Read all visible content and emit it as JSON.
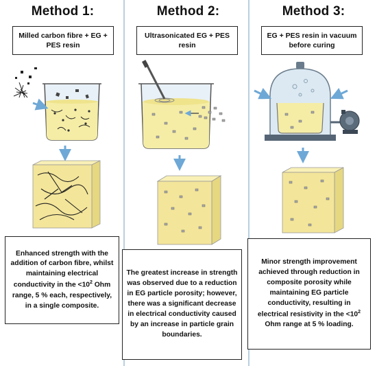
{
  "methods": [
    {
      "title": "Method 1:",
      "subtitle": "Milled carbon fibre + EG + PES resin",
      "description": {
        "pre": "Enhanced strength with the addition of carbon fibre, whilst maintaining electrical conductivity in the <10",
        "sup": "2",
        "post": " Ohm range, 5 % each, respectively, in a single composite."
      }
    },
    {
      "title": "Method 2:",
      "subtitle": "Ultrasonicated EG + PES resin",
      "description": {
        "pre": "The greatest increase in strength was observed due to a reduction in EG particle porosity; however, there was a significant decrease in electrical conductivity caused by an increase in particle grain boundaries.",
        "sup": "",
        "post": ""
      }
    },
    {
      "title": "Method 3:",
      "subtitle": "EG + PES resin in vacuum before curing",
      "description": {
        "pre": "Minor strength improvement achieved through reduction in composite porosity while maintaining EG particle conductivity, resulting in electrical resistivity in the <10",
        "sup": "2",
        "post": " Ohm range at 5 % loading."
      }
    }
  ],
  "colors": {
    "divider": "#b9cfe0",
    "arrow": "#6ea8d6",
    "resin": "#f5eda6",
    "block": "#f3e59a",
    "glass": "#dce9f2"
  }
}
